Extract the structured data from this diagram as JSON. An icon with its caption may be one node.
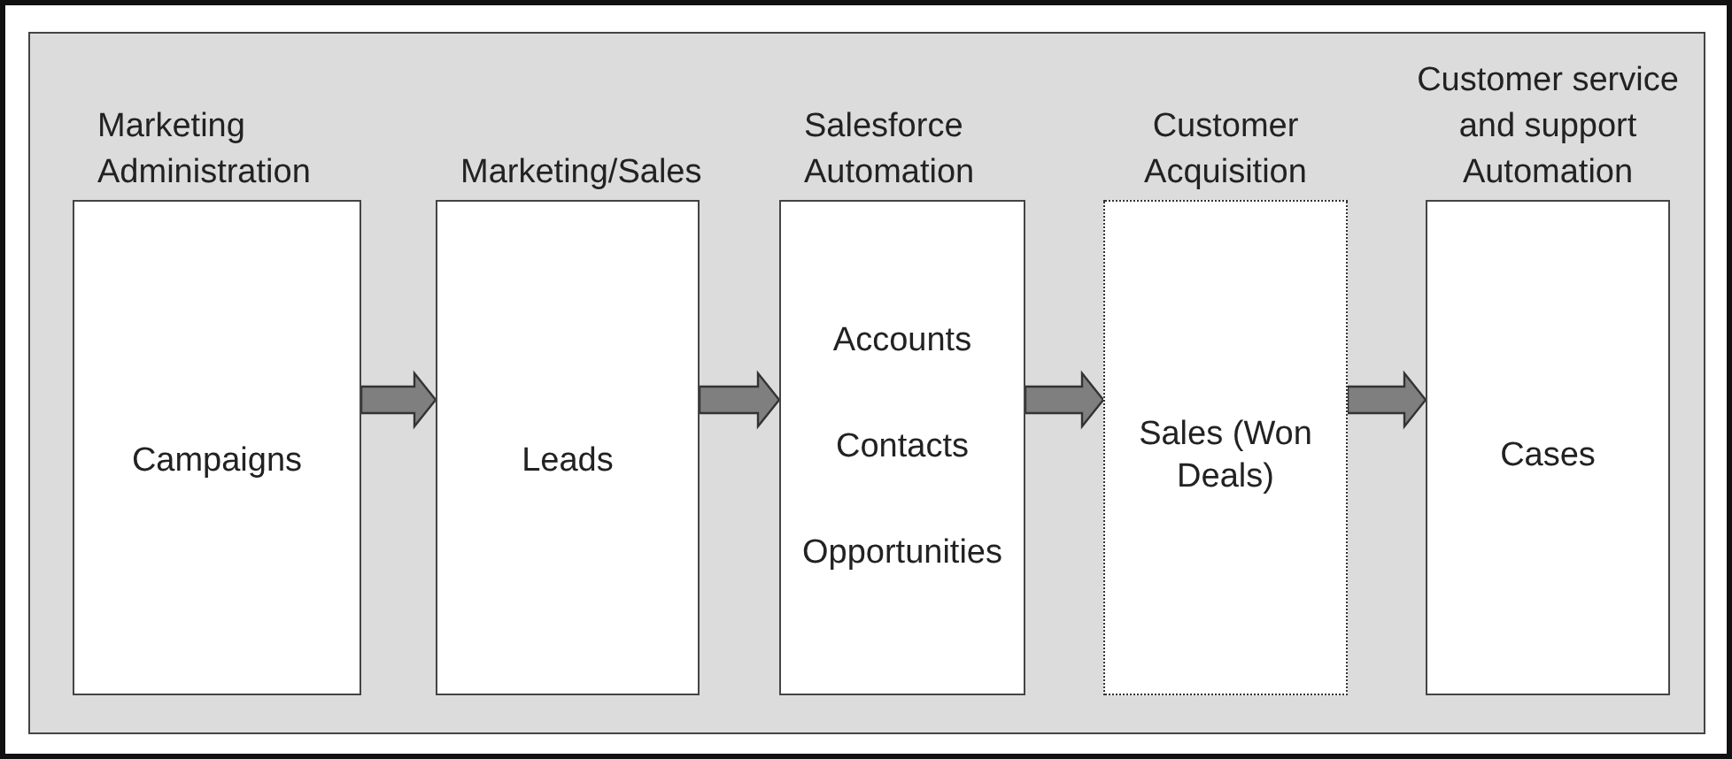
{
  "diagram": {
    "nodes": [
      {
        "text": [
          "Marketing Administration",
          "Campaigns"
        ]
      },
      {
        "text": [
          "Marketing/Sales",
          "Leads"
        ]
      },
      {
        "text": [
          "Salesforce Automation",
          "Accounts",
          "Contacts",
          "Opportunities"
        ]
      },
      {
        "text": [
          "Customer Acquisition",
          "Sales (Won Deals)"
        ]
      },
      {
        "text": [
          "Customer service and support Automation",
          "Cases"
        ]
      }
    ],
    "edges": [
      {
        "from": 0,
        "to": 1,
        "arrow": "to"
      },
      {
        "from": 1,
        "to": 2,
        "arrow": "to"
      },
      {
        "from": 2,
        "to": 3,
        "arrow": "to"
      },
      {
        "from": 3,
        "to": 4,
        "arrow": "to"
      }
    ]
  }
}
